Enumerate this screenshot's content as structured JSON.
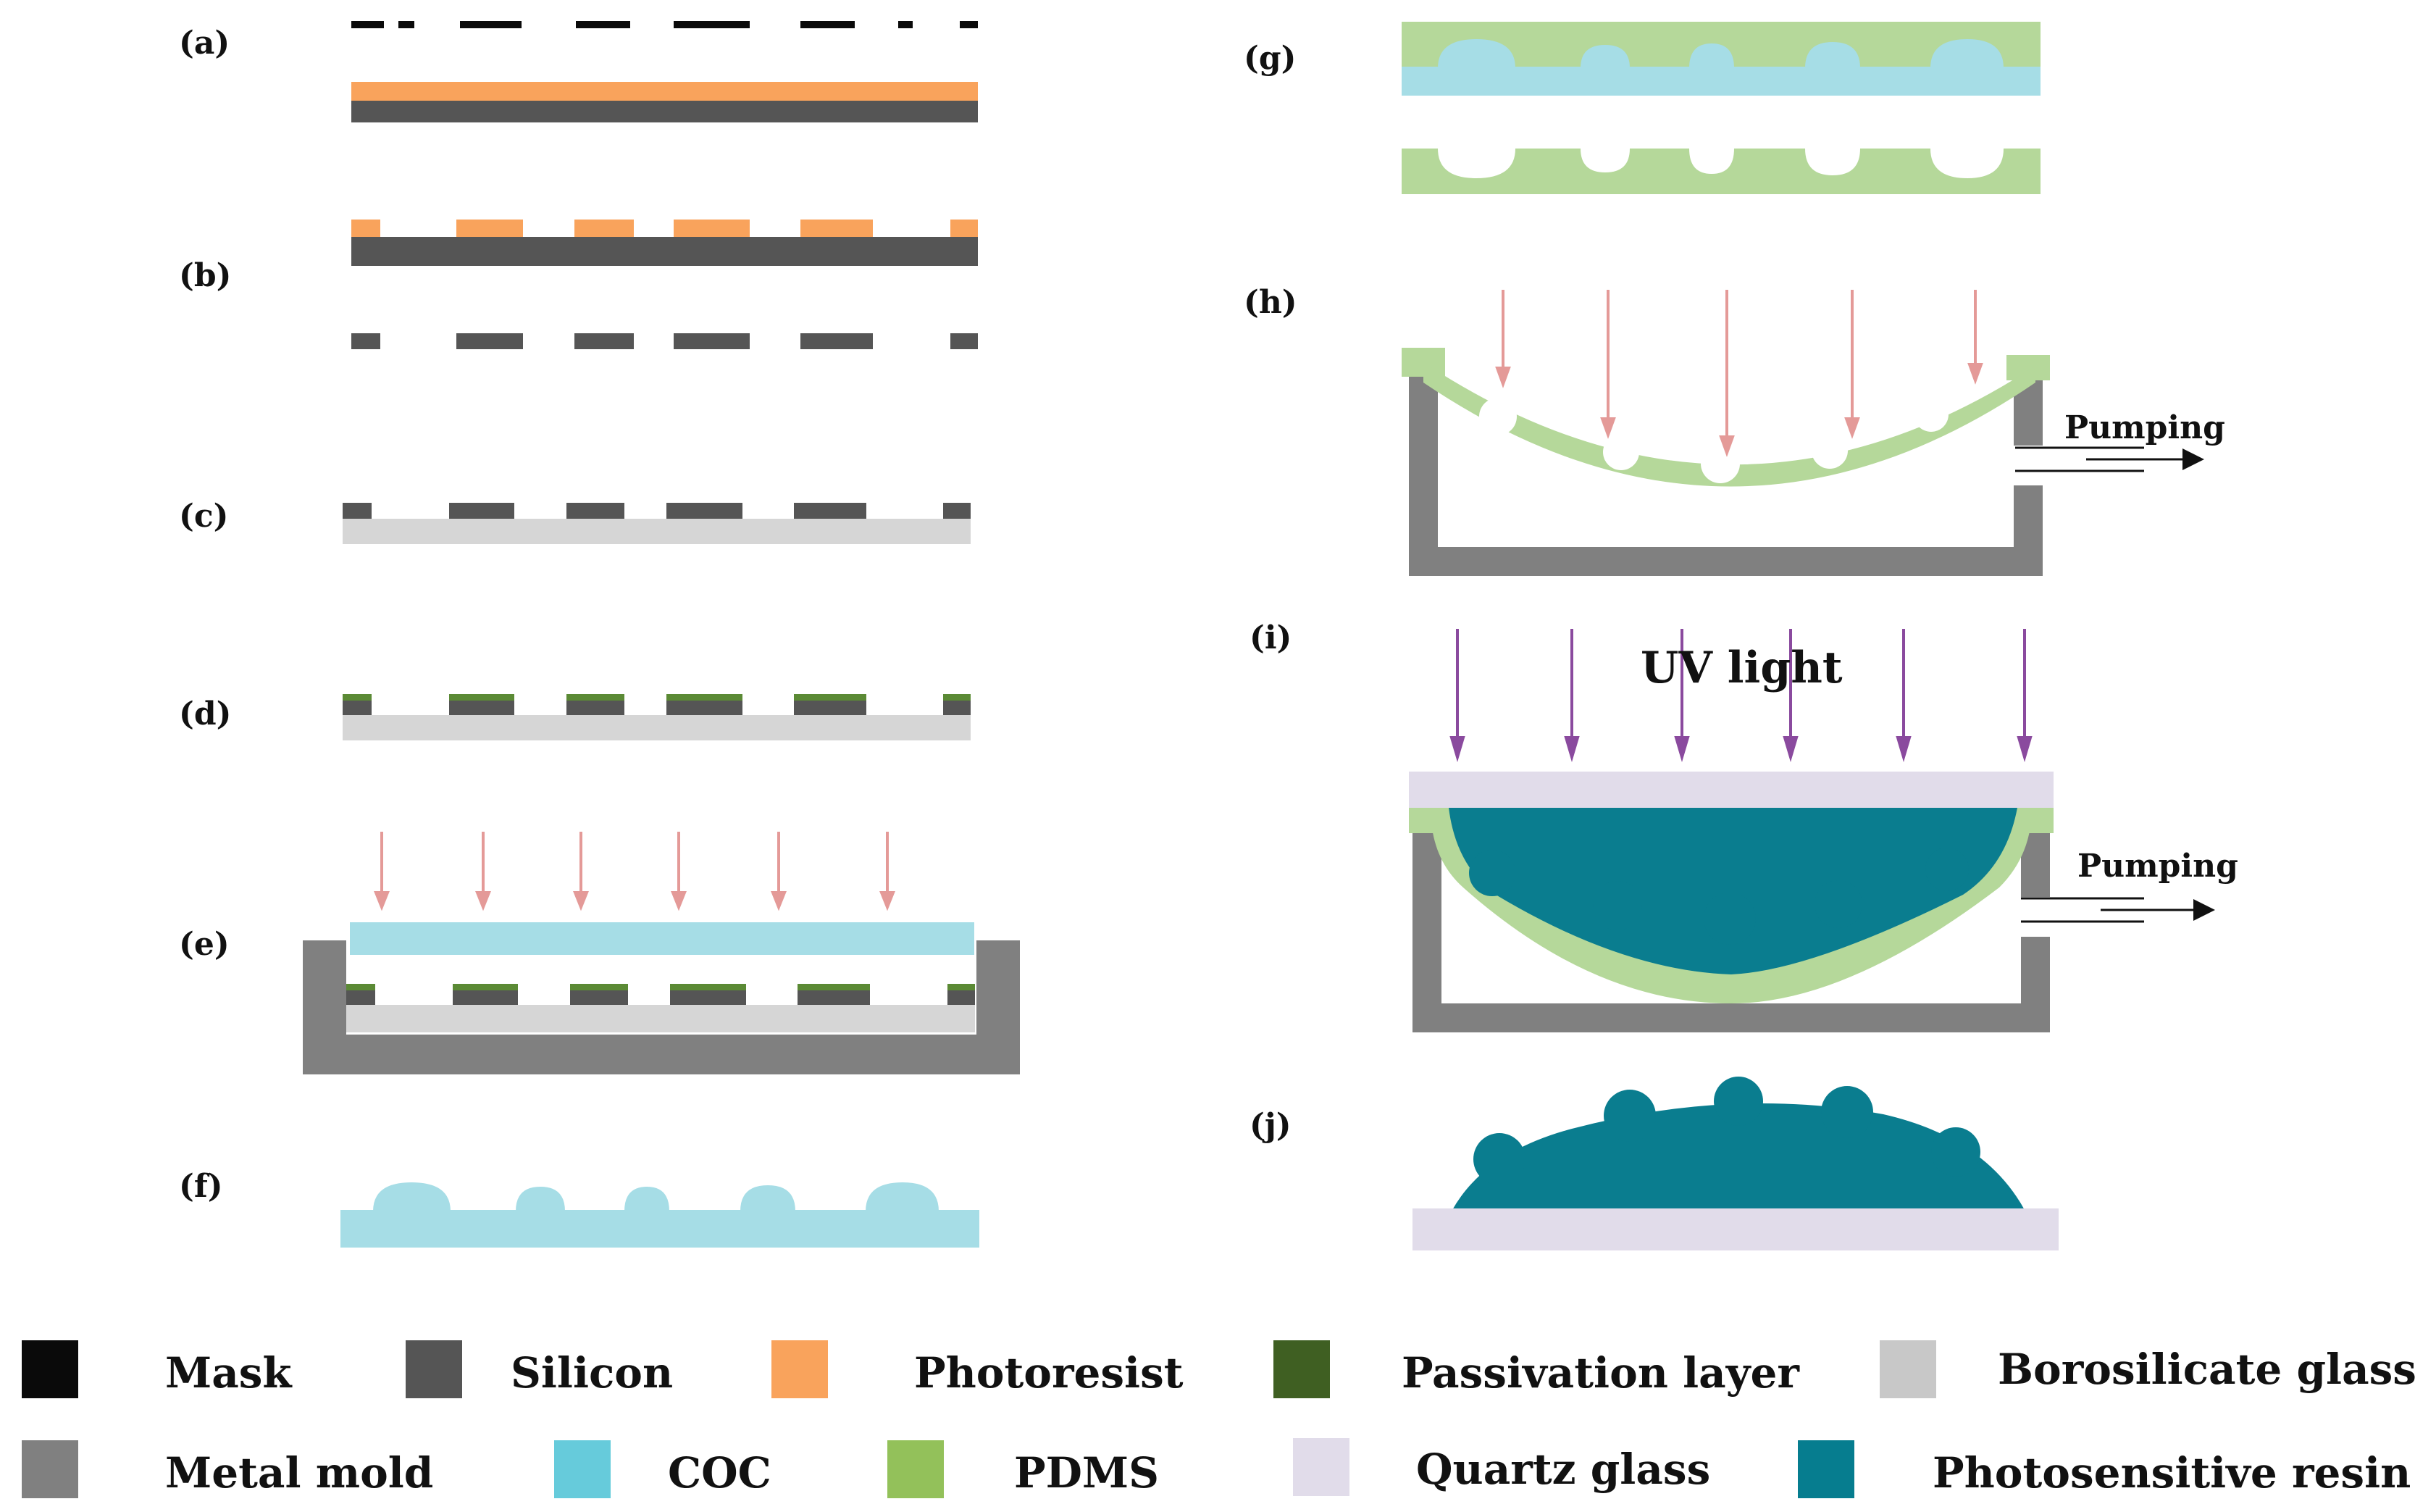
{
  "steps": {
    "a": "(a)",
    "b": "(b)",
    "c": "(c)",
    "d": "(d)",
    "e": "(e)",
    "f": "(f)",
    "g": "(g)",
    "h": "(h)",
    "i": "(i)",
    "j": "(j)"
  },
  "annotations": {
    "pumping_h": "Pumping",
    "pumping_i": "Pumping",
    "uv_light": "UV light"
  },
  "legend": [
    {
      "label": "Mask",
      "color": "#0a0a0a"
    },
    {
      "label": "Silicon",
      "color": "#555555"
    },
    {
      "label": "Photoresist",
      "color": "#f9a35c"
    },
    {
      "label": "Passivation layer",
      "color": "#3f5f22"
    },
    {
      "label": "Borosilicate glass",
      "color": "#c8c8c8"
    },
    {
      "label": "Metal mold",
      "color": "#808080"
    },
    {
      "label": "COC",
      "color": "#66cbdb"
    },
    {
      "label": "PDMS",
      "color": "#93c15a"
    },
    {
      "label": "Quartz glass",
      "color": "#e1dcea"
    },
    {
      "label": "Photosensitive resin",
      "color": "#067d8f"
    }
  ],
  "colors": {
    "mask": "#0a0a0a",
    "silicon": "#555555",
    "photoresist": "#f9a35c",
    "passivation": "#3f5f22",
    "borosilicate": "#d6d6d6",
    "metal_mold": "#808080",
    "coc": "#a6dde6",
    "pdms": "#b5d89a",
    "quartz": "#e1dcea",
    "resin": "#0a7d8f",
    "heat_arrow": "#e49a98",
    "uv_arrow": "#8a4a9e"
  }
}
